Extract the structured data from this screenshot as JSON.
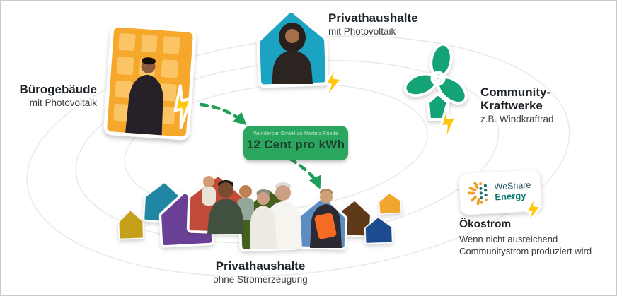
{
  "canvas": {
    "background": "#ffffff",
    "border_color": "#c9c9c9"
  },
  "labels": {
    "office": {
      "title": "Bürogebäude",
      "subtitle": "mit Photovoltaik"
    },
    "household_pv": {
      "title": "Privathaushalte",
      "subtitle": "mit Photovoltaik"
    },
    "community": {
      "title_line1": "Community-",
      "title_line2": "Kraftwerke",
      "subtitle": "z.B. Windkraftrad"
    },
    "household_consumer": {
      "title": "Privathaushalte",
      "subtitle": "ohne Stromerzeugung"
    },
    "green_power": {
      "title": "Ökostrom",
      "line1": "Wenn nicht ausreichend",
      "line2": "Communitystrom produziert wird"
    }
  },
  "price_tag": {
    "caption": "Wunderbar GmbH an Martina Friede",
    "value": "12 Cent pro kWh",
    "bg": "#2aa65e",
    "caption_color": "#b9e6c6",
    "value_color": "#1e3b2c"
  },
  "logo": {
    "name": "WeShare Energy",
    "line1": "WeShare",
    "line2": "Energy",
    "line1_color": "#1d4f63",
    "line2_color": "#0b7d6e",
    "ray_color": "#f09f26",
    "dot_color": "#186e75"
  },
  "colors": {
    "arrow_green": "#1f9e57",
    "turbine_green": "#14a376",
    "lightning_yellow": "#ffc60b",
    "building_orange": "#f5a82c",
    "building_window": "#fbc566",
    "pv_house_teal": "#1ba3c1",
    "heading_text": "#1e2328",
    "subtitle_text": "#3a4045"
  },
  "houses": [
    {
      "color": "#c5a11b"
    },
    {
      "color": "#1f87a3"
    },
    {
      "color": "#6a4096"
    },
    {
      "color": "#c04b38",
      "photo": "father-with-two-children"
    },
    {
      "color": "#44601d",
      "photo": "elderly-couple"
    },
    {
      "color": "#5b8dc3",
      "photo": "woman-with-orange-folder"
    },
    {
      "color": "#5e3a18"
    },
    {
      "color": "#1d4b8f"
    },
    {
      "color": "#f2a52f"
    }
  ]
}
